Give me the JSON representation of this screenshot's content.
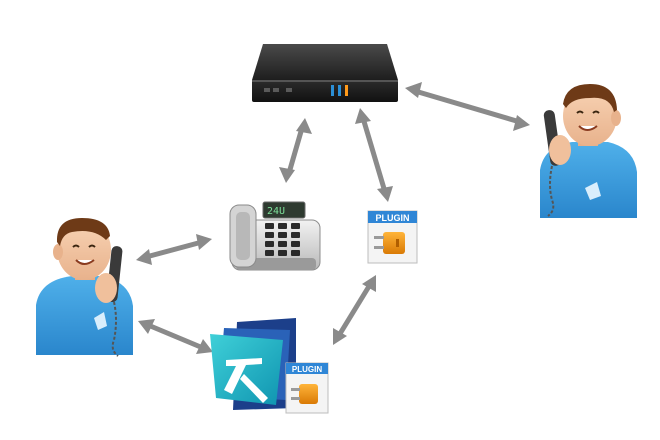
{
  "phone_display": {
    "text": "24U"
  },
  "plugin_badge": {
    "label": "PLUGIN"
  },
  "fm_plugin_badge": {
    "label": "PLUGIN"
  },
  "colors": {
    "arrow": "#8a8a8a",
    "shirt": "#3a9ad8",
    "shirt_dark": "#2a7fc0",
    "skin": "#f2c4a2",
    "hair": "#6e3a17",
    "server": "#2a2a2a",
    "server_led_blue": "#2b8fd6",
    "server_led_orange": "#ff9a1a",
    "plugin_orange": "#e8920f",
    "fm_teal": "#1ab0c2",
    "fm_blue": "#1c3f8a"
  }
}
